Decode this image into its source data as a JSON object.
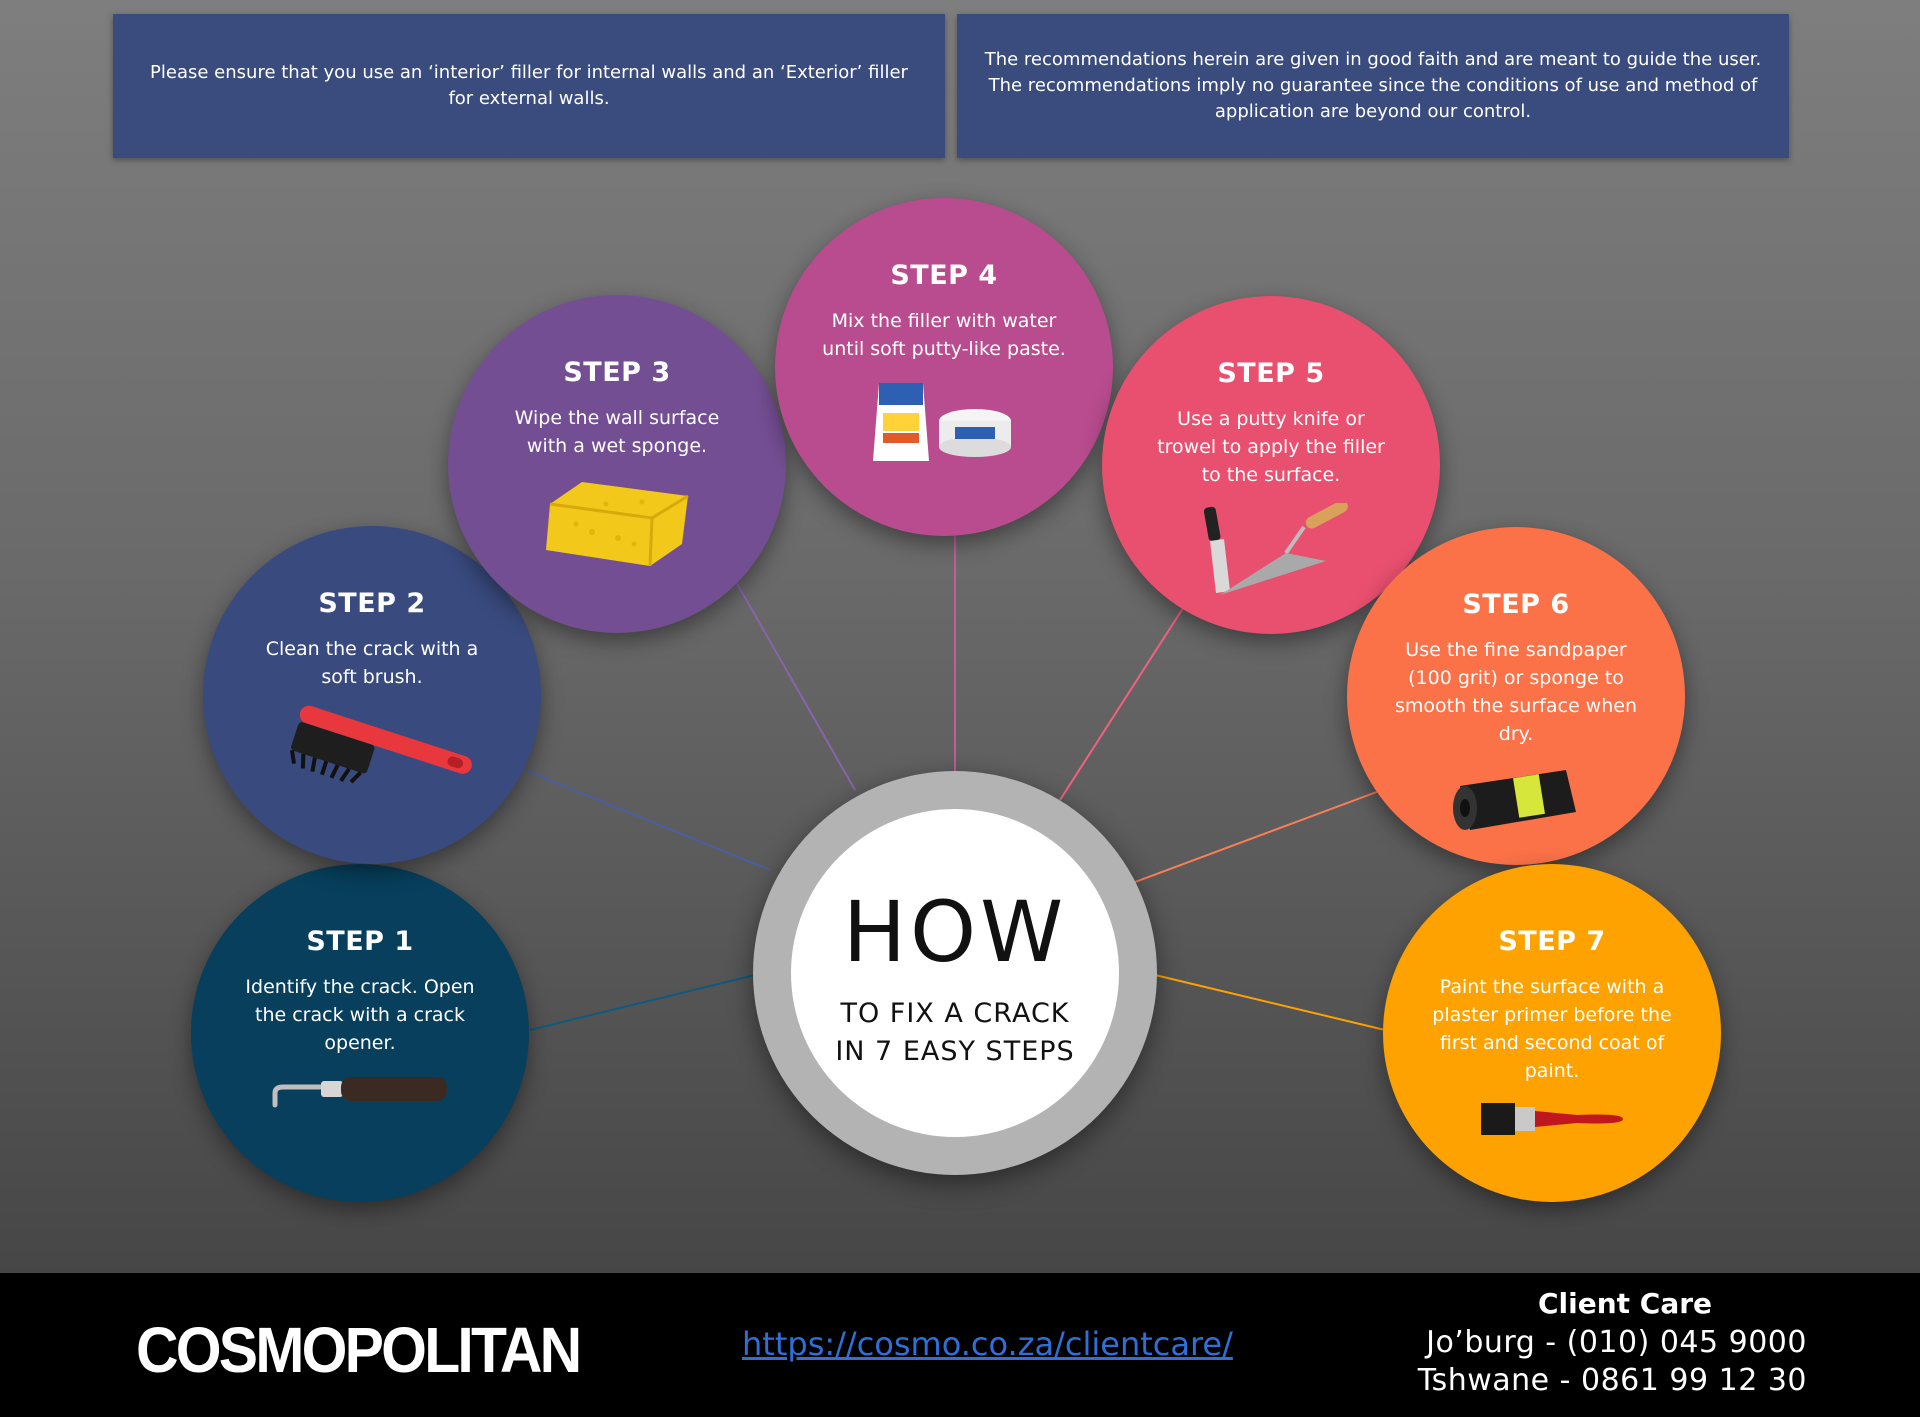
{
  "notices": {
    "left": "Please ensure that you use an ‘interior’ filler for internal walls and an ‘Exterior’ filler for external walls.",
    "right": "The recommendations herein are given in good faith and are meant to guide the user. The recommendations imply no guarantee since the conditions of use and method of application are beyond our control."
  },
  "hub": {
    "big": "HOW",
    "line1": "TO FIX A CRACK",
    "line2": "IN 7 EASY STEPS"
  },
  "steps": [
    {
      "title": "STEP 1",
      "desc": "Identify the crack. Open the crack with a crack opener.",
      "color": "#073f5c",
      "icon": "crack-opener-icon"
    },
    {
      "title": "STEP 2",
      "desc": "Clean the crack with a soft brush.",
      "color": "#394a7e",
      "icon": "soft-brush-icon"
    },
    {
      "title": "STEP 3",
      "desc": "Wipe the wall surface with a wet sponge.",
      "color": "#734e93",
      "icon": "sponge-icon"
    },
    {
      "title": "STEP 4",
      "desc": "Mix the filler with water until soft putty-like paste.",
      "color": "#b94c8e",
      "icon": "filler-products-icon"
    },
    {
      "title": "STEP 5",
      "desc": "Use a putty knife or trowel to apply the filler to the surface.",
      "color": "#e9506f",
      "icon": "putty-knife-trowel-icon"
    },
    {
      "title": "STEP 6",
      "desc": "Use the fine sandpaper (100 grit) or sponge to smooth the surface when dry.",
      "color": "#fb7148",
      "icon": "sandpaper-roll-icon"
    },
    {
      "title": "STEP 7",
      "desc": "Paint the surface with a plaster primer before the first and second coat of paint.",
      "color": "#fea202",
      "icon": "paintbrush-icon"
    }
  ],
  "footer": {
    "brand": "COSMOPOLITAN",
    "link": "https://cosmo.co.za/clientcare/",
    "care_title": "Client Care",
    "phone_jhb": "Jo’burg - (010) 045 9000",
    "phone_tsh": "Tshwane - 0861 99 12 30"
  }
}
